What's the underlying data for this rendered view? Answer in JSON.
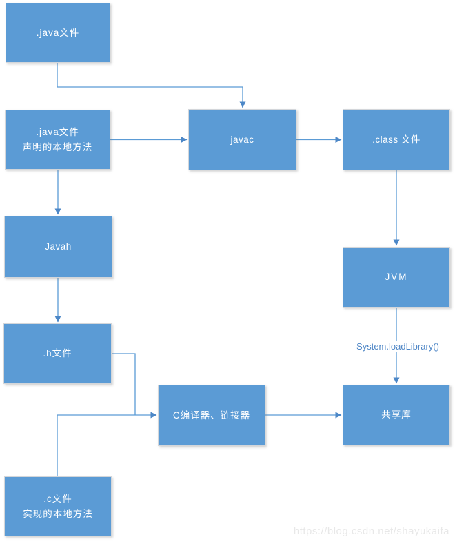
{
  "diagram": {
    "boxes": [
      {
        "name": "java-file",
        "label": ".java文件"
      },
      {
        "name": "java-native-decl",
        "label": ".java文件\n声明的本地方法"
      },
      {
        "name": "javac",
        "label": "javac"
      },
      {
        "name": "class-file",
        "label": ".class 文件"
      },
      {
        "name": "javah",
        "label": "Javah"
      },
      {
        "name": "jvm",
        "label": "JVM"
      },
      {
        "name": "h-file",
        "label": ".h文件"
      },
      {
        "name": "c-compiler-linker",
        "label": "C编译器、链接器"
      },
      {
        "name": "shared-library",
        "label": "共享库"
      },
      {
        "name": "c-file",
        "label": ".c文件\n实现的本地方法"
      }
    ],
    "edges": [
      {
        "from": "java-file",
        "to": "javac",
        "label": ""
      },
      {
        "from": "java-native-decl",
        "to": "javac",
        "label": ""
      },
      {
        "from": "javac",
        "to": "class-file",
        "label": ""
      },
      {
        "from": "java-native-decl",
        "to": "javah",
        "label": ""
      },
      {
        "from": "class-file",
        "to": "jvm",
        "label": ""
      },
      {
        "from": "javah",
        "to": "h-file",
        "label": ""
      },
      {
        "from": "jvm",
        "to": "shared-library",
        "label": "System.loadLibrary()"
      },
      {
        "from": "h-file",
        "to": "c-compiler-linker",
        "label": ""
      },
      {
        "from": "c-file",
        "to": "c-compiler-linker",
        "label": ""
      },
      {
        "from": "c-compiler-linker",
        "to": "shared-library",
        "label": ""
      }
    ],
    "annotations": {
      "load_library": "System.loadLibrary()"
    },
    "watermark": "https://blog.csdn.net/shayukaifa",
    "colors": {
      "box_fill": "#5B9BD5",
      "box_border": "#D3D6DA",
      "box_text": "#FFFFFF",
      "connector_line": "#5B9BD5",
      "arrowhead": "#4C87C7",
      "annotation_text": "#4E86C6",
      "watermark_text": "#E8E8E8",
      "background": "#FFFFFF"
    }
  }
}
